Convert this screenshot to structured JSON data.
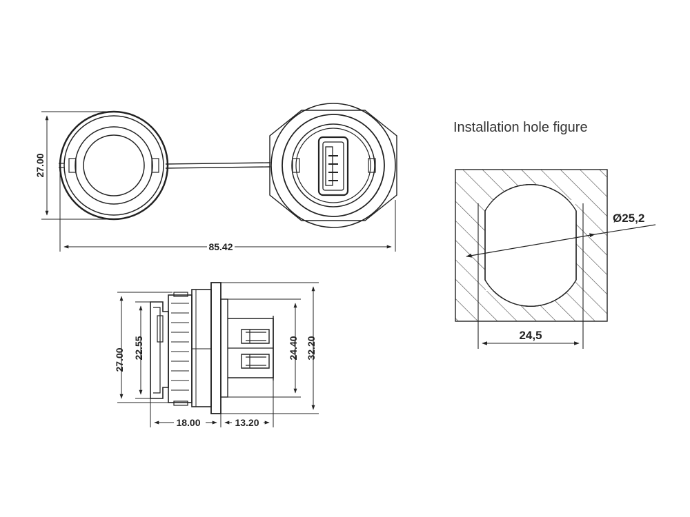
{
  "front_view": {
    "height_dim": "27.00",
    "total_width_dim": "85.42"
  },
  "side_view": {
    "height_27_dim": "27.00",
    "height_22_dim": "22.55",
    "height_24_dim": "24.40",
    "height_32_dim": "32.20",
    "width_18_dim": "18.00",
    "width_13_dim": "13.20"
  },
  "hole_figure": {
    "title": "Installation hole figure",
    "diameter_dim": "Ø25,2",
    "width_dim": "24,5"
  },
  "colors": {
    "line": "#222222",
    "text": "#222222"
  }
}
